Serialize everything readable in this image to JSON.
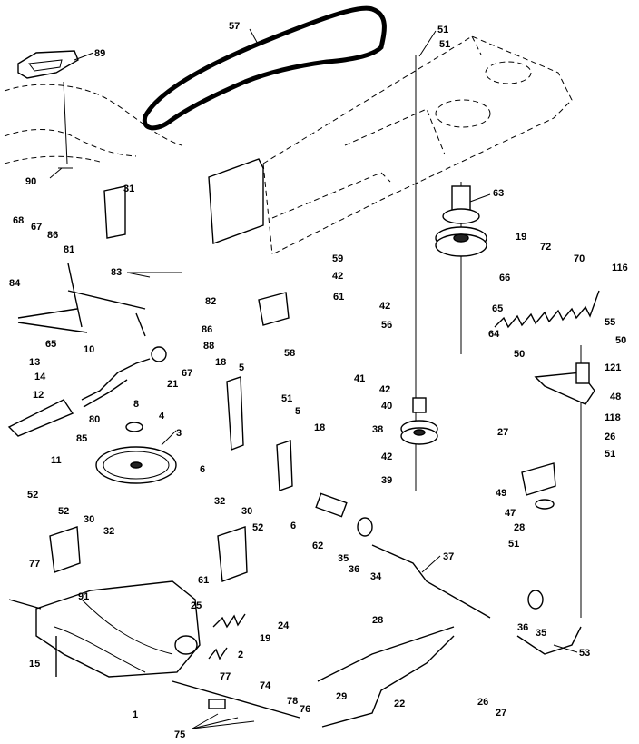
{
  "diagram": {
    "labels": [
      {
        "id": "57",
        "text": "57"
      },
      {
        "id": "51a",
        "text": "51"
      },
      {
        "id": "51b",
        "text": "51"
      },
      {
        "id": "89",
        "text": "89"
      },
      {
        "id": "90",
        "text": "90"
      },
      {
        "id": "31",
        "text": "31"
      },
      {
        "id": "63",
        "text": "63"
      },
      {
        "id": "19a",
        "text": "19"
      },
      {
        "id": "72",
        "text": "72"
      },
      {
        "id": "70",
        "text": "70"
      },
      {
        "id": "116",
        "text": "116"
      },
      {
        "id": "68",
        "text": "68"
      },
      {
        "id": "67a",
        "text": "67"
      },
      {
        "id": "86a",
        "text": "86"
      },
      {
        "id": "81",
        "text": "81"
      },
      {
        "id": "83",
        "text": "83"
      },
      {
        "id": "82a",
        "text": "82"
      },
      {
        "id": "59",
        "text": "59"
      },
      {
        "id": "42a",
        "text": "42"
      },
      {
        "id": "61a",
        "text": "61"
      },
      {
        "id": "66",
        "text": "66"
      },
      {
        "id": "42b",
        "text": "42"
      },
      {
        "id": "65a",
        "text": "65"
      },
      {
        "id": "56",
        "text": "56"
      },
      {
        "id": "55",
        "text": "55"
      },
      {
        "id": "64",
        "text": "64"
      },
      {
        "id": "84",
        "text": "84"
      },
      {
        "id": "65b",
        "text": "65"
      },
      {
        "id": "86b",
        "text": "86"
      },
      {
        "id": "88",
        "text": "88"
      },
      {
        "id": "58",
        "text": "58"
      },
      {
        "id": "10",
        "text": "10"
      },
      {
        "id": "67b",
        "text": "67"
      },
      {
        "id": "50a",
        "text": "50"
      },
      {
        "id": "50b",
        "text": "50"
      },
      {
        "id": "121",
        "text": "121"
      },
      {
        "id": "13",
        "text": "13"
      },
      {
        "id": "14",
        "text": "14"
      },
      {
        "id": "12",
        "text": "12"
      },
      {
        "id": "21",
        "text": "21"
      },
      {
        "id": "18a",
        "text": "18"
      },
      {
        "id": "5a",
        "text": "5"
      },
      {
        "id": "41",
        "text": "41"
      },
      {
        "id": "42c",
        "text": "42"
      },
      {
        "id": "48a",
        "text": "48"
      },
      {
        "id": "8",
        "text": "8"
      },
      {
        "id": "51c",
        "text": "51"
      },
      {
        "id": "40",
        "text": "40"
      },
      {
        "id": "80",
        "text": "80"
      },
      {
        "id": "4",
        "text": "4"
      },
      {
        "id": "5b",
        "text": "5"
      },
      {
        "id": "118",
        "text": "118"
      },
      {
        "id": "27a",
        "text": "27"
      },
      {
        "id": "38",
        "text": "38"
      },
      {
        "id": "85",
        "text": "85"
      },
      {
        "id": "3",
        "text": "3"
      },
      {
        "id": "18b",
        "text": "18"
      },
      {
        "id": "26a",
        "text": "26"
      },
      {
        "id": "11",
        "text": "11"
      },
      {
        "id": "6a",
        "text": "6"
      },
      {
        "id": "42d",
        "text": "42"
      },
      {
        "id": "51d",
        "text": "51"
      },
      {
        "id": "39",
        "text": "39"
      },
      {
        "id": "6b",
        "text": "6"
      },
      {
        "id": "49",
        "text": "49"
      },
      {
        "id": "52a",
        "text": "52"
      },
      {
        "id": "32a",
        "text": "32"
      },
      {
        "id": "30a",
        "text": "30"
      },
      {
        "id": "62",
        "text": "62"
      },
      {
        "id": "30b",
        "text": "30"
      },
      {
        "id": "52b",
        "text": "52"
      },
      {
        "id": "47",
        "text": "47"
      },
      {
        "id": "32b",
        "text": "32"
      },
      {
        "id": "52c",
        "text": "52"
      },
      {
        "id": "28a",
        "text": "28"
      },
      {
        "id": "35a",
        "text": "35"
      },
      {
        "id": "36a",
        "text": "36"
      },
      {
        "id": "37",
        "text": "37"
      },
      {
        "id": "51e",
        "text": "51"
      },
      {
        "id": "77a",
        "text": "77"
      },
      {
        "id": "61b",
        "text": "61"
      },
      {
        "id": "91",
        "text": "91"
      },
      {
        "id": "34",
        "text": "34"
      },
      {
        "id": "25",
        "text": "25"
      },
      {
        "id": "28b",
        "text": "28"
      },
      {
        "id": "19b",
        "text": "19"
      },
      {
        "id": "24",
        "text": "24"
      },
      {
        "id": "36b",
        "text": "36"
      },
      {
        "id": "35b",
        "text": "35"
      },
      {
        "id": "15",
        "text": "15"
      },
      {
        "id": "2",
        "text": "2"
      },
      {
        "id": "53",
        "text": "53"
      },
      {
        "id": "77b",
        "text": "77"
      },
      {
        "id": "74",
        "text": "74"
      },
      {
        "id": "29",
        "text": "29"
      },
      {
        "id": "22",
        "text": "22"
      },
      {
        "id": "26b",
        "text": "26"
      },
      {
        "id": "27b",
        "text": "27"
      },
      {
        "id": "1",
        "text": "1"
      },
      {
        "id": "78",
        "text": "78"
      },
      {
        "id": "76",
        "text": "76"
      },
      {
        "id": "75",
        "text": "75"
      }
    ]
  }
}
